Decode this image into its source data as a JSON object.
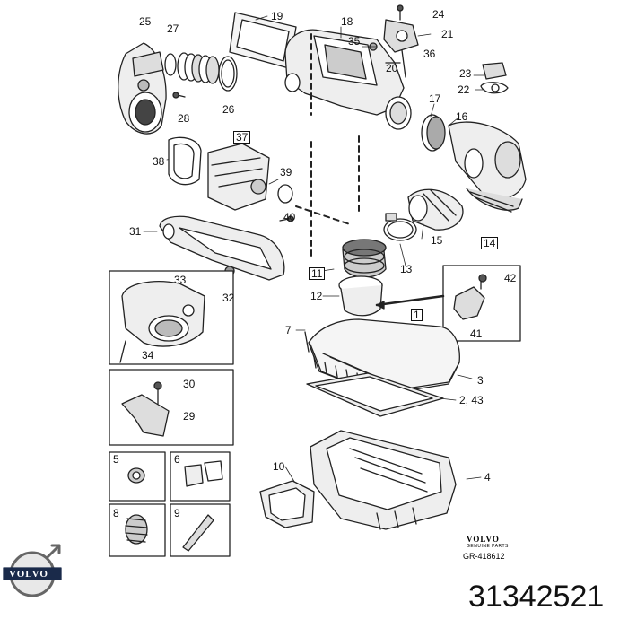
{
  "callouts": [
    {
      "id": "c25",
      "text": "25"
    },
    {
      "id": "c27",
      "text": "27"
    },
    {
      "id": "c19",
      "text": "19"
    },
    {
      "id": "c18",
      "text": "18"
    },
    {
      "id": "c24",
      "text": "24"
    },
    {
      "id": "c35",
      "text": "35"
    },
    {
      "id": "c21",
      "text": "21"
    },
    {
      "id": "c36",
      "text": "36"
    },
    {
      "id": "c20",
      "text": "20"
    },
    {
      "id": "c23",
      "text": "23"
    },
    {
      "id": "c22",
      "text": "22"
    },
    {
      "id": "c17",
      "text": "17"
    },
    {
      "id": "c16",
      "text": "16"
    },
    {
      "id": "c26",
      "text": "26"
    },
    {
      "id": "c28",
      "text": "28"
    },
    {
      "id": "c38",
      "text": "38"
    },
    {
      "id": "c39",
      "text": "39"
    },
    {
      "id": "c40",
      "text": "40"
    },
    {
      "id": "c31",
      "text": "31"
    },
    {
      "id": "c15",
      "text": "15"
    },
    {
      "id": "c13",
      "text": "13"
    },
    {
      "id": "c32",
      "text": "32"
    },
    {
      "id": "c12",
      "text": "12"
    },
    {
      "id": "c33",
      "text": "33"
    },
    {
      "id": "c34",
      "text": "34"
    },
    {
      "id": "c42",
      "text": "42"
    },
    {
      "id": "c41",
      "text": "41"
    },
    {
      "id": "c7",
      "text": "7"
    },
    {
      "id": "c3",
      "text": "3"
    },
    {
      "id": "c2",
      "text": "2, 43"
    },
    {
      "id": "c30",
      "text": "30"
    },
    {
      "id": "c29",
      "text": "29"
    },
    {
      "id": "c10",
      "text": "10"
    },
    {
      "id": "c4",
      "text": "4"
    },
    {
      "id": "c5",
      "text": "5"
    },
    {
      "id": "c6",
      "text": "6"
    },
    {
      "id": "c8",
      "text": "8"
    },
    {
      "id": "c9",
      "text": "9"
    }
  ],
  "boxed_callouts": [
    {
      "id": "b37",
      "text": "37"
    },
    {
      "id": "b14",
      "text": "14"
    },
    {
      "id": "b11",
      "text": "11"
    },
    {
      "id": "b1",
      "text": "1"
    }
  ],
  "reference": {
    "brand": "VOLVO",
    "genuine": "GENUINE PARTS",
    "code": "GR-418612"
  },
  "logo": {
    "text": "VOLVO"
  },
  "part_number": "31342521"
}
